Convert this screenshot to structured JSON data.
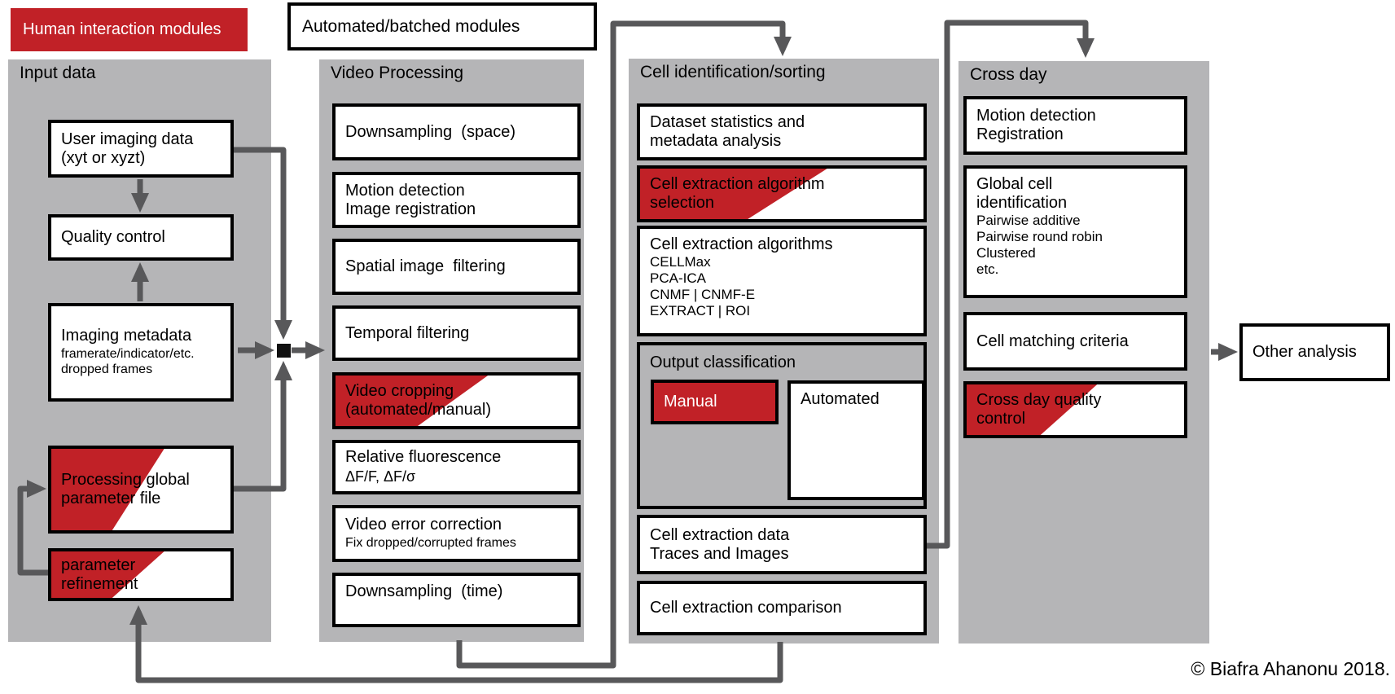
{
  "colors": {
    "red": "#c12127",
    "column_gray": "#b5b5b7",
    "arrow_gray": "#58585a"
  },
  "legend": {
    "human_modules": "Human interaction modules",
    "automated_modules": "Automated/batched modules"
  },
  "input": {
    "header": "Input data",
    "user_imaging": {
      "t": "User imaging data\n(xyt or xyzt)"
    },
    "quality_control": {
      "t": "Quality control"
    },
    "imaging_metadata": {
      "t": "Imaging metadata",
      "s": "framerate/indicator/etc.\ndropped frames"
    },
    "processing_global": {
      "t": "Processing global\nparameter file"
    },
    "parameter_refinement": {
      "t": "parameter\nrefinement"
    }
  },
  "video": {
    "header": "Video Processing",
    "downsampling_space": {
      "t": "Downsampling  (space)"
    },
    "motion_detection": {
      "t": "Motion detection\nImage registration"
    },
    "spatial_filtering": {
      "t": "Spatial image  filtering"
    },
    "temporal_filtering": {
      "t": "Temporal filtering"
    },
    "video_cropping": {
      "t": "Video cropping\n(automated/manual)"
    },
    "relative_fluorescence": {
      "t": "Relative fluorescence",
      "s": "ΔF/F, ΔF/σ"
    },
    "video_error": {
      "t": "Video error correction",
      "s": "Fix dropped/corrupted frames"
    },
    "downsampling_time": {
      "t": "Downsampling  (time)"
    }
  },
  "cell": {
    "header": "Cell identification/sorting",
    "dataset_stats": {
      "t": "Dataset statistics and\nmetadata analysis"
    },
    "algorithm_selection": {
      "t": "Cell extraction algorithm\nselection"
    },
    "algorithms": {
      "t": "Cell extraction algorithms",
      "s": "CELLMax\nPCA-ICA\nCNMF | CNMF-E\nEXTRACT | ROI"
    },
    "output_classification": {
      "label": "Output classification",
      "manual": "Manual",
      "automated": "Automated"
    },
    "extraction_data": {
      "t": "Cell extraction data\nTraces and Images"
    },
    "extraction_comparison": {
      "t": "Cell extraction comparison"
    }
  },
  "crossday": {
    "header": "Cross day",
    "motion": {
      "t": "Motion detection\nRegistration"
    },
    "global_cell": {
      "t": "Global cell\nidentification",
      "s": "Pairwise additive\nPairwise round robin\nClustered\netc."
    },
    "matching": {
      "t": "Cell matching criteria"
    },
    "quality": {
      "t": "Cross day quality\ncontrol"
    }
  },
  "other_analysis": {
    "t": "Other analysis"
  },
  "copyright": "© Biafra Ahanonu 2018."
}
